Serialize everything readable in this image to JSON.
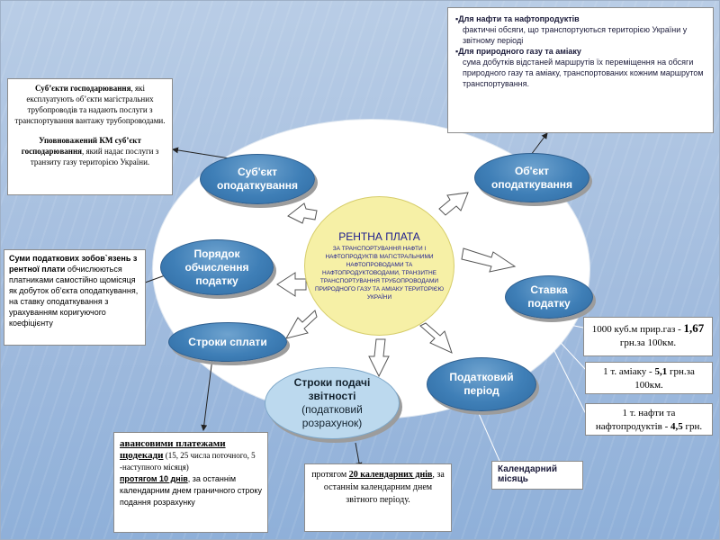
{
  "center": {
    "title": "РЕНТНА ПЛАТА",
    "subtitle": "ЗА ТРАНСПОРТУВАННЯ НАФТИ І НАФТОПРОДУКТІВ МАГІСТРАЛЬНИМИ НАФТОПРОВОДАМИ ТА НАФТОПРОДУКТОВОДАМИ, ТРАНЗИТНЕ ТРАНСПОРТУВАННЯ ТРУБОПРОВОДАМИ ПРИРОДНОГО ГАЗУ ТА АМІАКУ ТЕРИТОРІЄЮ УКРАЇНИ"
  },
  "nodes": {
    "subject": "Суб'єкт оподаткування",
    "object": "Об'єкт оподаткування",
    "order": "Порядок обчислення податку",
    "rate": "Ставка податку",
    "payment_terms": "Строки сплати",
    "reporting_terms_1": "Строки подачі звітності",
    "reporting_terms_2": "(податковий розрахунок)",
    "tax_period": "Податковий період"
  },
  "subject_box": {
    "p1_bold": "Суб’єкти господарювання",
    "p1_rest": ", які експлуатують об’єкти магістральних трубопроводів та надають послуги з транспортування вантажу трубопроводами.",
    "p2_bold": "Уповноважений КМ суб’єкт господарювання",
    "p2_rest": ", який надає послуги з транзиту газу територією України."
  },
  "object_box": {
    "item1_title": "Для нафти та нафтопродуктів",
    "item1_text": "фактичні обсяги, що транспортуються територією України у звітному періоді",
    "item2_title": "Для природного газу та аміаку",
    "item2_text": "сума добутків відстаней маршрутів їх переміщення на обсяги природного газу та аміаку, транспортованих кожним маршрутом транспортування."
  },
  "order_box": {
    "bold": "Суми податкових зобов`язень з рентної плати",
    "rest": " обчислюються платниками самостійно щомісяця як добуток об’єкта оподаткування, на ставку оподаткування з урахуванням коригуючого коефіцієнту"
  },
  "rates": {
    "gas_pre": "1000 куб.м прир.газ - ",
    "gas_value": "1,67",
    "gas_post": " грн.за 100км.",
    "ammonia_pre": "1 т. аміаку - ",
    "ammonia_value": "5,1",
    "ammonia_post": " грн.за 100км.",
    "oil_pre": "1 т. нафти та нафтопродуктів - ",
    "oil_value": "4,5",
    "oil_post": " грн."
  },
  "payment_box": {
    "line1": "авансовими платежами",
    "line2_u": "щодекади",
    "line2_rest": " (15, 25 числа поточного, 5 -наступного місяця)",
    "line3_u": "протягом 10 днів",
    "line3_rest": ", за останнім календарним днем граничного строку подання розрахунку"
  },
  "reporting_box": {
    "pre": "протягом ",
    "u": "20 календарних днів",
    "rest": ", за останнім календарним днем звітного періоду."
  },
  "period_box": {
    "text": "Календарний місяць"
  }
}
